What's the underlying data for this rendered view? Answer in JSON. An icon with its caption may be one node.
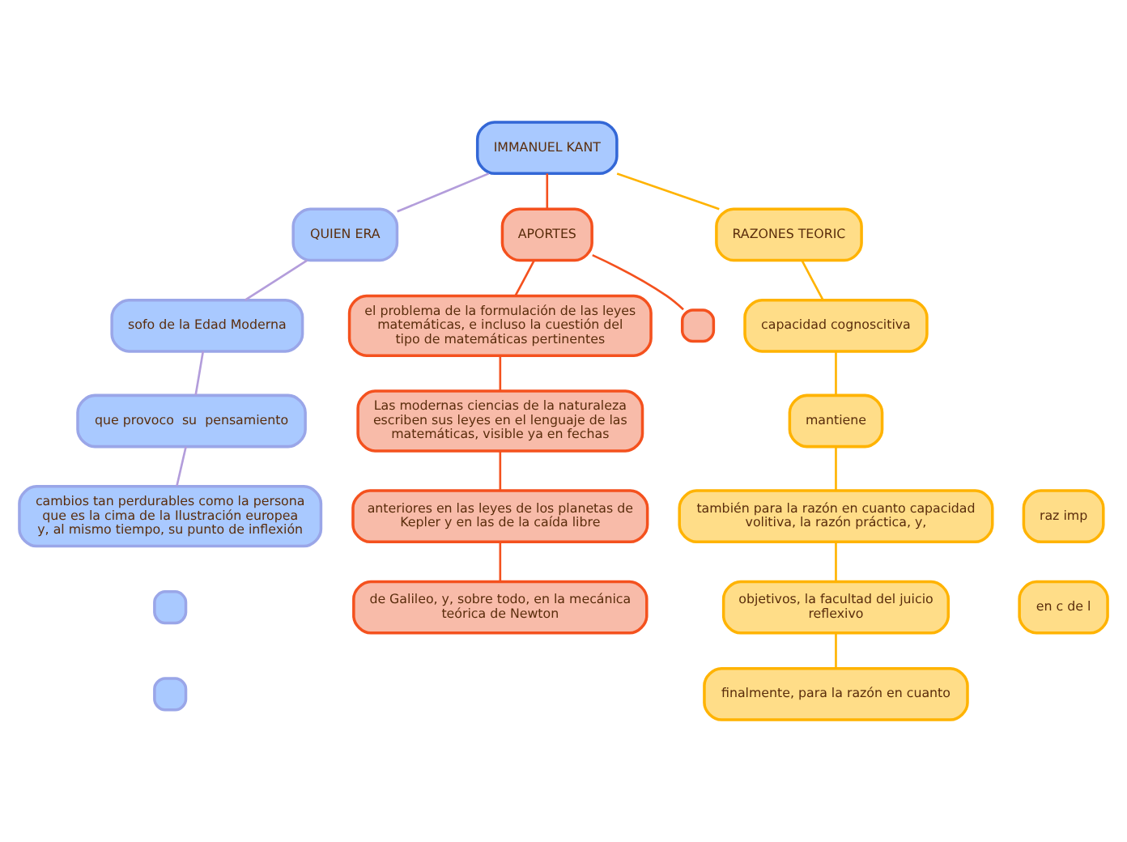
{
  "diagram": {
    "nodes": [
      {
        "text": [
          "IMMANUEL KANT"
        ]
      },
      {
        "text": [
          "QUIEN ERA"
        ]
      },
      {
        "text": [
          "sofo de la Edad Moderna"
        ]
      },
      {
        "text": [
          "que provoco  su  pensamiento"
        ]
      },
      {
        "text": [
          "cambios tan perdurables como la persona que es la cima de la Ilustración europea y, al mismo tiempo, su punto de inflexión"
        ]
      },
      {
        "text": [],
        "shape": "box"
      },
      {
        "text": [],
        "shape": "box"
      },
      {
        "text": [
          "APORTES"
        ]
      },
      {
        "text": [
          "el problema de la formulación de las leyes matemáticas, e incluso la cuestión del tipo de matemáticas pertinentes"
        ]
      },
      {
        "text": [],
        "shape": "box"
      },
      {
        "text": [
          "Las modernas ciencias de la naturaleza escriben sus leyes en el lenguaje de las matemáticas, visible ya en fechas"
        ]
      },
      {
        "text": [
          "anteriores en las leyes de los planetas de Kepler y en las de la caída libre"
        ]
      },
      {
        "text": [
          "de Galileo, y, sobre todo, en la mecánica teórica de Newton"
        ]
      },
      {
        "text": [
          "RAZONES TEORIC"
        ]
      },
      {
        "text": [
          "capacidad cognoscitiva"
        ]
      },
      {
        "text": [
          "mantiene"
        ]
      },
      {
        "text": [
          "también para la razón en cuanto capacidad volitiva, la razón práctica, y,"
        ]
      },
      {
        "text": [
          "objetivos, la facultad del juicio reflexivo"
        ]
      },
      {
        "text": [
          "finalmente, para la razón en cuanto"
        ]
      },
      {
        "text": [
          "raz imp"
        ]
      },
      {
        "text": [
          "en c de l"
        ]
      }
    ],
    "edges": [
      {
        "from": 0,
        "to": 1,
        "arrow": "none",
        "color": "#b39ddb"
      },
      {
        "from": 1,
        "to": 2,
        "arrow": "none",
        "color": "#b39ddb"
      },
      {
        "from": 2,
        "to": 3,
        "arrow": "none",
        "color": "#b39ddb"
      },
      {
        "from": 3,
        "to": 4,
        "arrow": "none",
        "color": "#b39ddb"
      },
      {
        "from": 0,
        "to": 7,
        "arrow": "none",
        "color": "#f4511e"
      },
      {
        "from": 7,
        "to": 8,
        "arrow": "none",
        "color": "#f4511e"
      },
      {
        "from": 7,
        "to": 9,
        "arrow": "none",
        "color": "#f4511e"
      },
      {
        "from": 8,
        "to": 10,
        "arrow": "none",
        "color": "#f4511e"
      },
      {
        "from": 10,
        "to": 11,
        "arrow": "none",
        "color": "#f4511e"
      },
      {
        "from": 11,
        "to": 12,
        "arrow": "none",
        "color": "#f4511e"
      },
      {
        "from": 0,
        "to": 13,
        "arrow": "none",
        "color": "#ffb300"
      },
      {
        "from": 13,
        "to": 14,
        "arrow": "none",
        "color": "#ffb300"
      },
      {
        "from": 14,
        "to": 15,
        "arrow": "none",
        "color": "#ffb300"
      },
      {
        "from": 15,
        "to": 16,
        "arrow": "none",
        "color": "#ffb300"
      },
      {
        "from": 16,
        "to": 17,
        "arrow": "none",
        "color": "#ffb300"
      },
      {
        "from": 17,
        "to": 18,
        "arrow": "none",
        "color": "#ffb300"
      }
    ]
  }
}
